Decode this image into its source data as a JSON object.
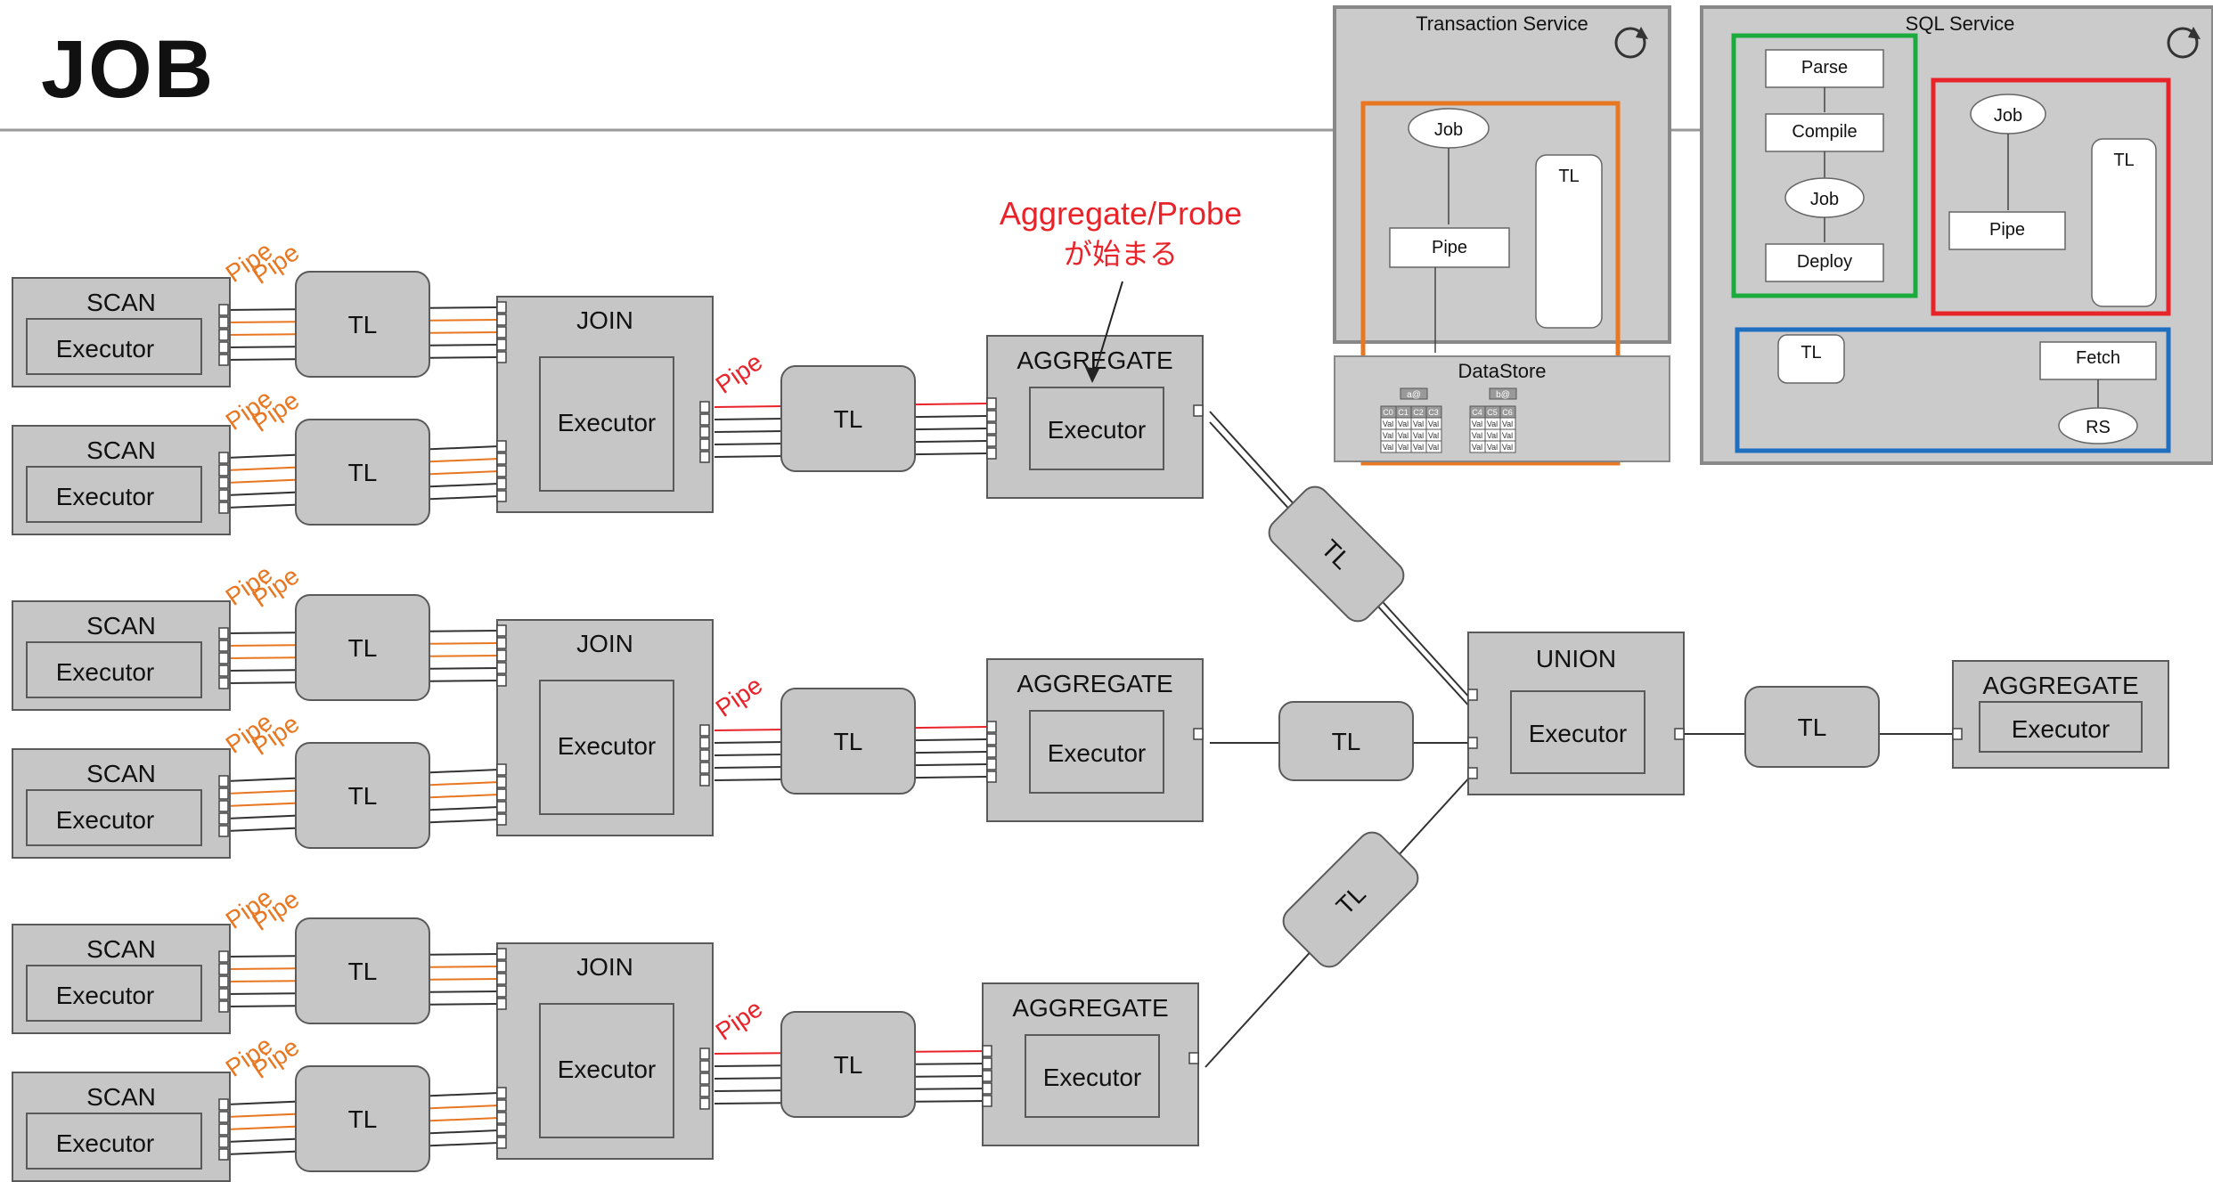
{
  "page_title": "JOB",
  "colors": {
    "box_fill": "#c6c6c6",
    "box_stroke": "#5a5a5a",
    "pipe_orange": "#e87722",
    "pipe_red": "#e8242a",
    "annotation_red": "#e8242a",
    "frame_orange": "#e87722",
    "frame_green": "#1aab3c",
    "frame_red": "#e8242a",
    "frame_blue": "#1f6fc0"
  },
  "labels": {
    "scan": "SCAN",
    "join": "JOIN",
    "aggregate": "AGGREGATE",
    "union": "UNION",
    "executor": "Executor",
    "tl": "TL",
    "pipe": "Pipe"
  },
  "annotation": {
    "line1": "Aggregate/Probe",
    "line2": "が始まる"
  },
  "transaction_service": {
    "title": "Transaction Service",
    "job": "Job",
    "pipe": "Pipe",
    "tl": "TL",
    "datastore": {
      "title": "DataStore",
      "group1_key": "a@",
      "group2_key": "b@",
      "group1_cols": [
        "C0",
        "C1",
        "C2",
        "C3"
      ],
      "group2_cols": [
        "C4",
        "C5",
        "C6"
      ],
      "cell": "Val"
    }
  },
  "sql_service": {
    "title": "SQL Service",
    "parse": "Parse",
    "compile": "Compile",
    "job": "Job",
    "deploy": "Deploy",
    "job2": "Job",
    "pipe": "Pipe",
    "tl": "TL",
    "tl2": "TL",
    "fetch": "Fetch",
    "rs": "RS"
  }
}
